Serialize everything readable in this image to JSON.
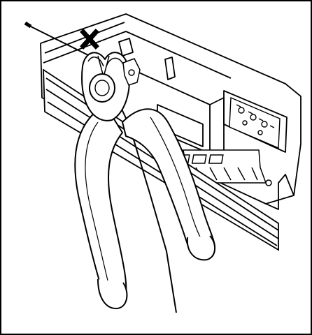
{
  "figure": {
    "marks": [
      "cross-mark"
    ],
    "objects": [
      "housing",
      "rail",
      "connector-strip",
      "pliers",
      "wire",
      "label-plate"
    ]
  },
  "colors": {
    "stroke": "#000000",
    "fill": "#ffffff",
    "shade": "#d9d9d9",
    "frame": "#000000"
  }
}
